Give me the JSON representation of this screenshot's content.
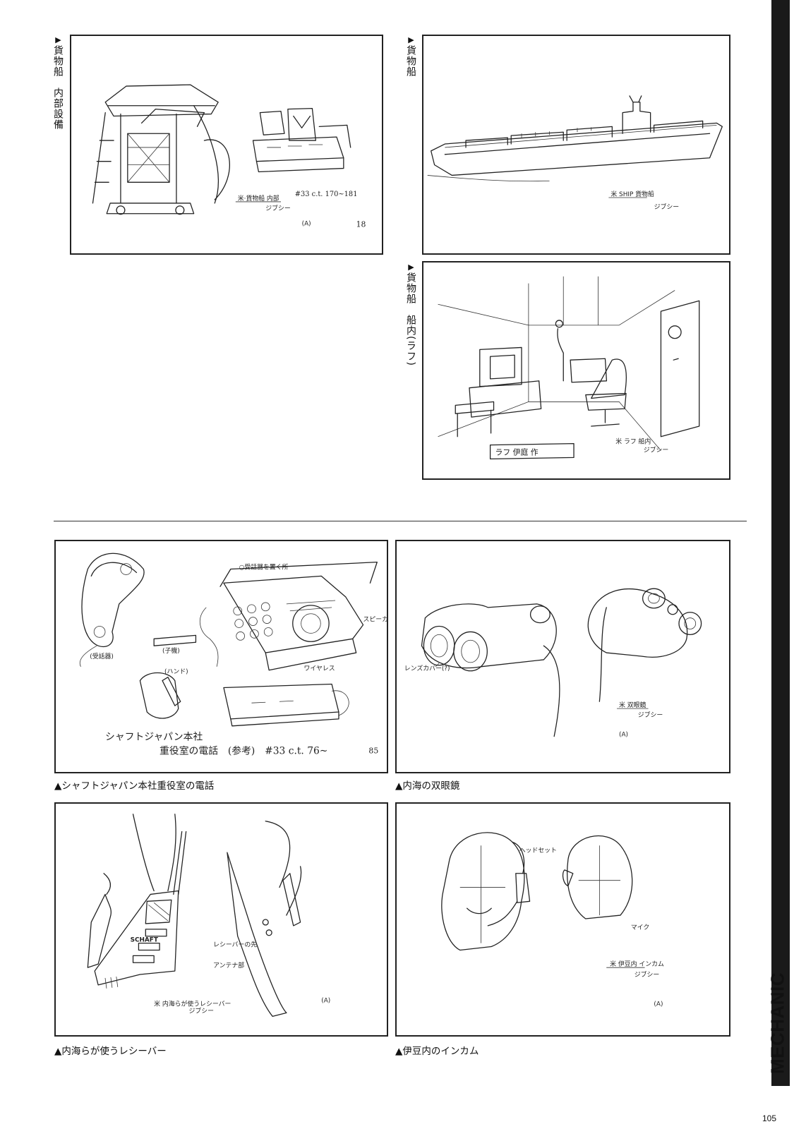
{
  "panels": [
    {
      "label": "貨物船　内部設備",
      "number": "18",
      "note": "#33 c.t. 170~181"
    },
    {
      "label": "貨物船"
    },
    {
      "label": "貨物船　船内(ラフ)"
    },
    {
      "caption": "▲シャフトジャパン本社重役室の電話",
      "note_line1": "シャフトジャパン本社",
      "note_line2": "重役室の電話　(参考)　#33 c.t. 76~",
      "number": "85"
    },
    {
      "caption": "▲内海の双眼鏡"
    },
    {
      "caption": "▲内海らが使うレシーバー",
      "brand": "SCHAFT"
    },
    {
      "caption": "▲伊豆内のインカム"
    }
  ],
  "label_marker": "▶",
  "section": "MECHANIC",
  "page_number": "105"
}
